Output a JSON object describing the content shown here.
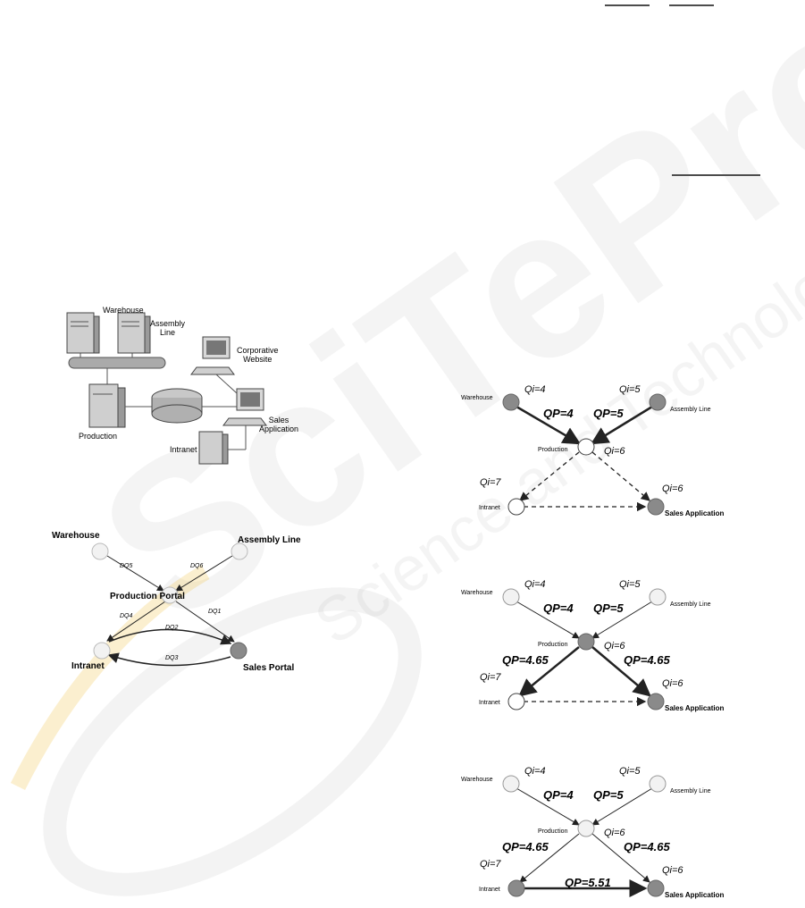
{
  "network_diagram": {
    "warehouse": "Warehouse",
    "assembly_line": [
      "Assembly",
      "Line"
    ],
    "corporative_website": [
      "Corporative",
      "Website"
    ],
    "production": "Production",
    "sales_application": [
      "Sales",
      "Application"
    ],
    "intranet": "Intranet"
  },
  "flow_graph": {
    "warehouse": "Warehouse",
    "assembly_line": "Assembly Line",
    "production_portal": "Production Portal",
    "intranet": "Intranet",
    "sales_portal": "Sales Portal",
    "edges": [
      "DQ5",
      "DQ6",
      "DQ4",
      "DQ1",
      "DQ2",
      "DQ3"
    ]
  },
  "quality_graphs": {
    "warehouse": "Warehouse",
    "assembly_line": "Assembly Line",
    "production": "Production",
    "intranet": "Intranet",
    "sales_application": "Sales Application",
    "step1": {
      "qi_warehouse": "Qi=4",
      "qi_assembly": "Qi=5",
      "qi_production": "Qi=6",
      "qi_intranet": "Qi=7",
      "qi_sales": "Qi=6",
      "qp_warehouse": "QP=4",
      "qp_assembly": "QP=5"
    },
    "step2": {
      "qi_warehouse": "Qi=4",
      "qi_assembly": "Qi=5",
      "qi_production": "Qi=6",
      "qi_intranet": "Qi=7",
      "qi_sales": "Qi=6",
      "qp_warehouse": "QP=4",
      "qp_assembly": "QP=5",
      "qp_intranet": "QP=4.65",
      "qp_sales": "QP=4.65"
    },
    "step3": {
      "qi_warehouse": "Qi=4",
      "qi_assembly": "Qi=5",
      "qi_production": "Qi=6",
      "qi_intranet": "Qi=7",
      "qi_sales": "Qi=6",
      "qp_warehouse": "QP=4",
      "qp_assembly": "QP=5",
      "qp_intranet": "QP=4.65",
      "qp_sales": "QP=4.65",
      "qp_intranet_sales": "QP=5.51"
    }
  },
  "colors": {
    "node_dark": "#8a8a8a",
    "node_light": "#f2f2f2",
    "line": "#222222"
  }
}
